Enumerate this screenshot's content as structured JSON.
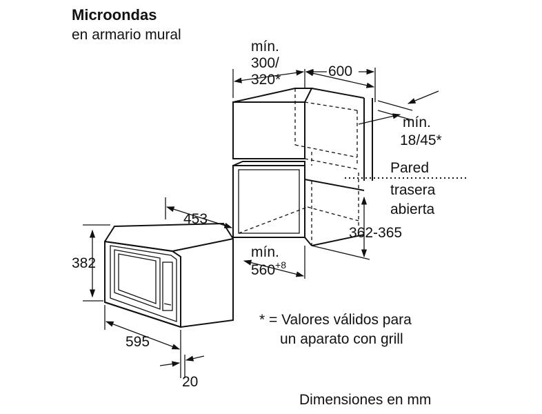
{
  "header": {
    "title": "Microondas",
    "subtitle": "en armario mural"
  },
  "dimensions": {
    "min_label_top": "mín.",
    "niche_width_line": "300/",
    "niche_width_line2": "320*",
    "depth_top": "600",
    "min_label_side": "mín.",
    "side_clearance": "18/45*",
    "wall_label": "Pared",
    "open_back_1": "trasera",
    "open_back_2": "abierta",
    "niche_height": "362-365",
    "min_label_bottom": "mín.",
    "niche_depth_base": "560",
    "niche_depth_tol": "+8",
    "oven_depth": "453",
    "oven_height": "382",
    "oven_width": "595",
    "frame_offset": "20"
  },
  "notes": {
    "asterisk_line1": "* = Valores válidos para",
    "asterisk_line2": "un aparato con grill",
    "units": "Dimensiones en mm"
  }
}
